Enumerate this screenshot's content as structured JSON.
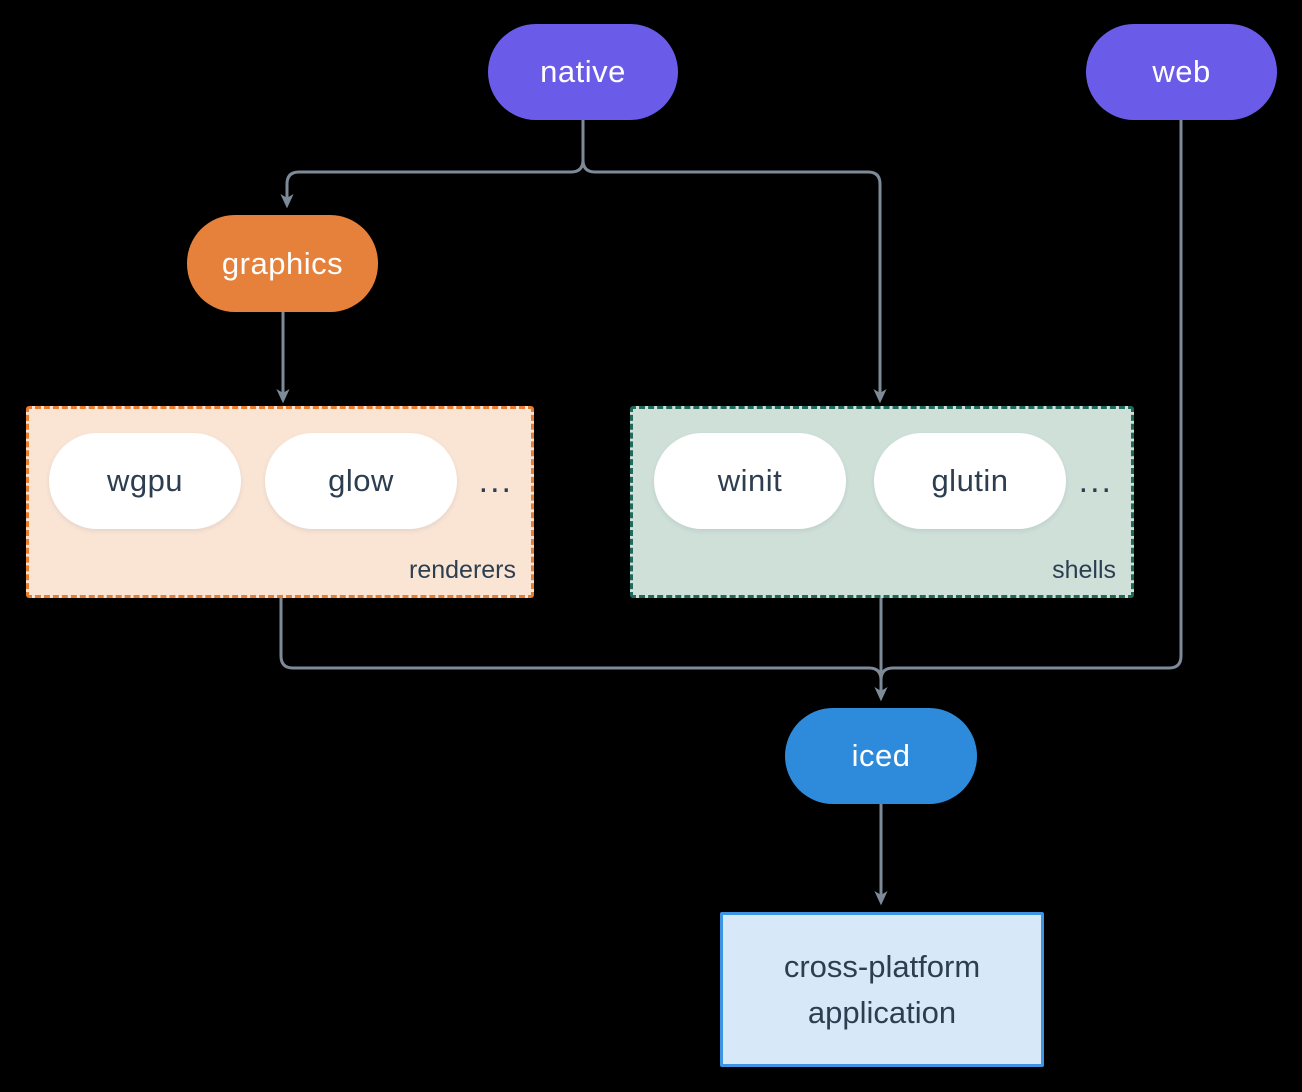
{
  "diagram": {
    "background_color": "#000000",
    "connector_color": "#7d8a97",
    "nodes": {
      "native": {
        "label": "native",
        "fill": "#6a5ce9",
        "text_color": "#ffffff"
      },
      "web": {
        "label": "web",
        "fill": "#6a5ce9",
        "text_color": "#ffffff"
      },
      "graphics": {
        "label": "graphics",
        "fill": "#e5813b",
        "text_color": "#ffffff"
      },
      "iced": {
        "label": "iced",
        "fill": "#2e8bdb",
        "text_color": "#ffffff"
      },
      "application": {
        "lines": [
          "cross-platform",
          "application"
        ],
        "fill": "#d7e9f9",
        "border_color": "#3e94e2",
        "text_color": "#2d3e50"
      }
    },
    "groups": {
      "renderers": {
        "label": "renderers",
        "fill": "#fae5d5",
        "border_color": "#e87e2f",
        "items": [
          "wgpu",
          "glow"
        ],
        "ellipsis": "...",
        "item_text_color": "#2d3e50"
      },
      "shells": {
        "label": "shells",
        "fill": "#cfe0d9",
        "border_color": "#20695b",
        "items": [
          "winit",
          "glutin"
        ],
        "ellipsis": "...",
        "item_text_color": "#2d3e50"
      }
    }
  }
}
